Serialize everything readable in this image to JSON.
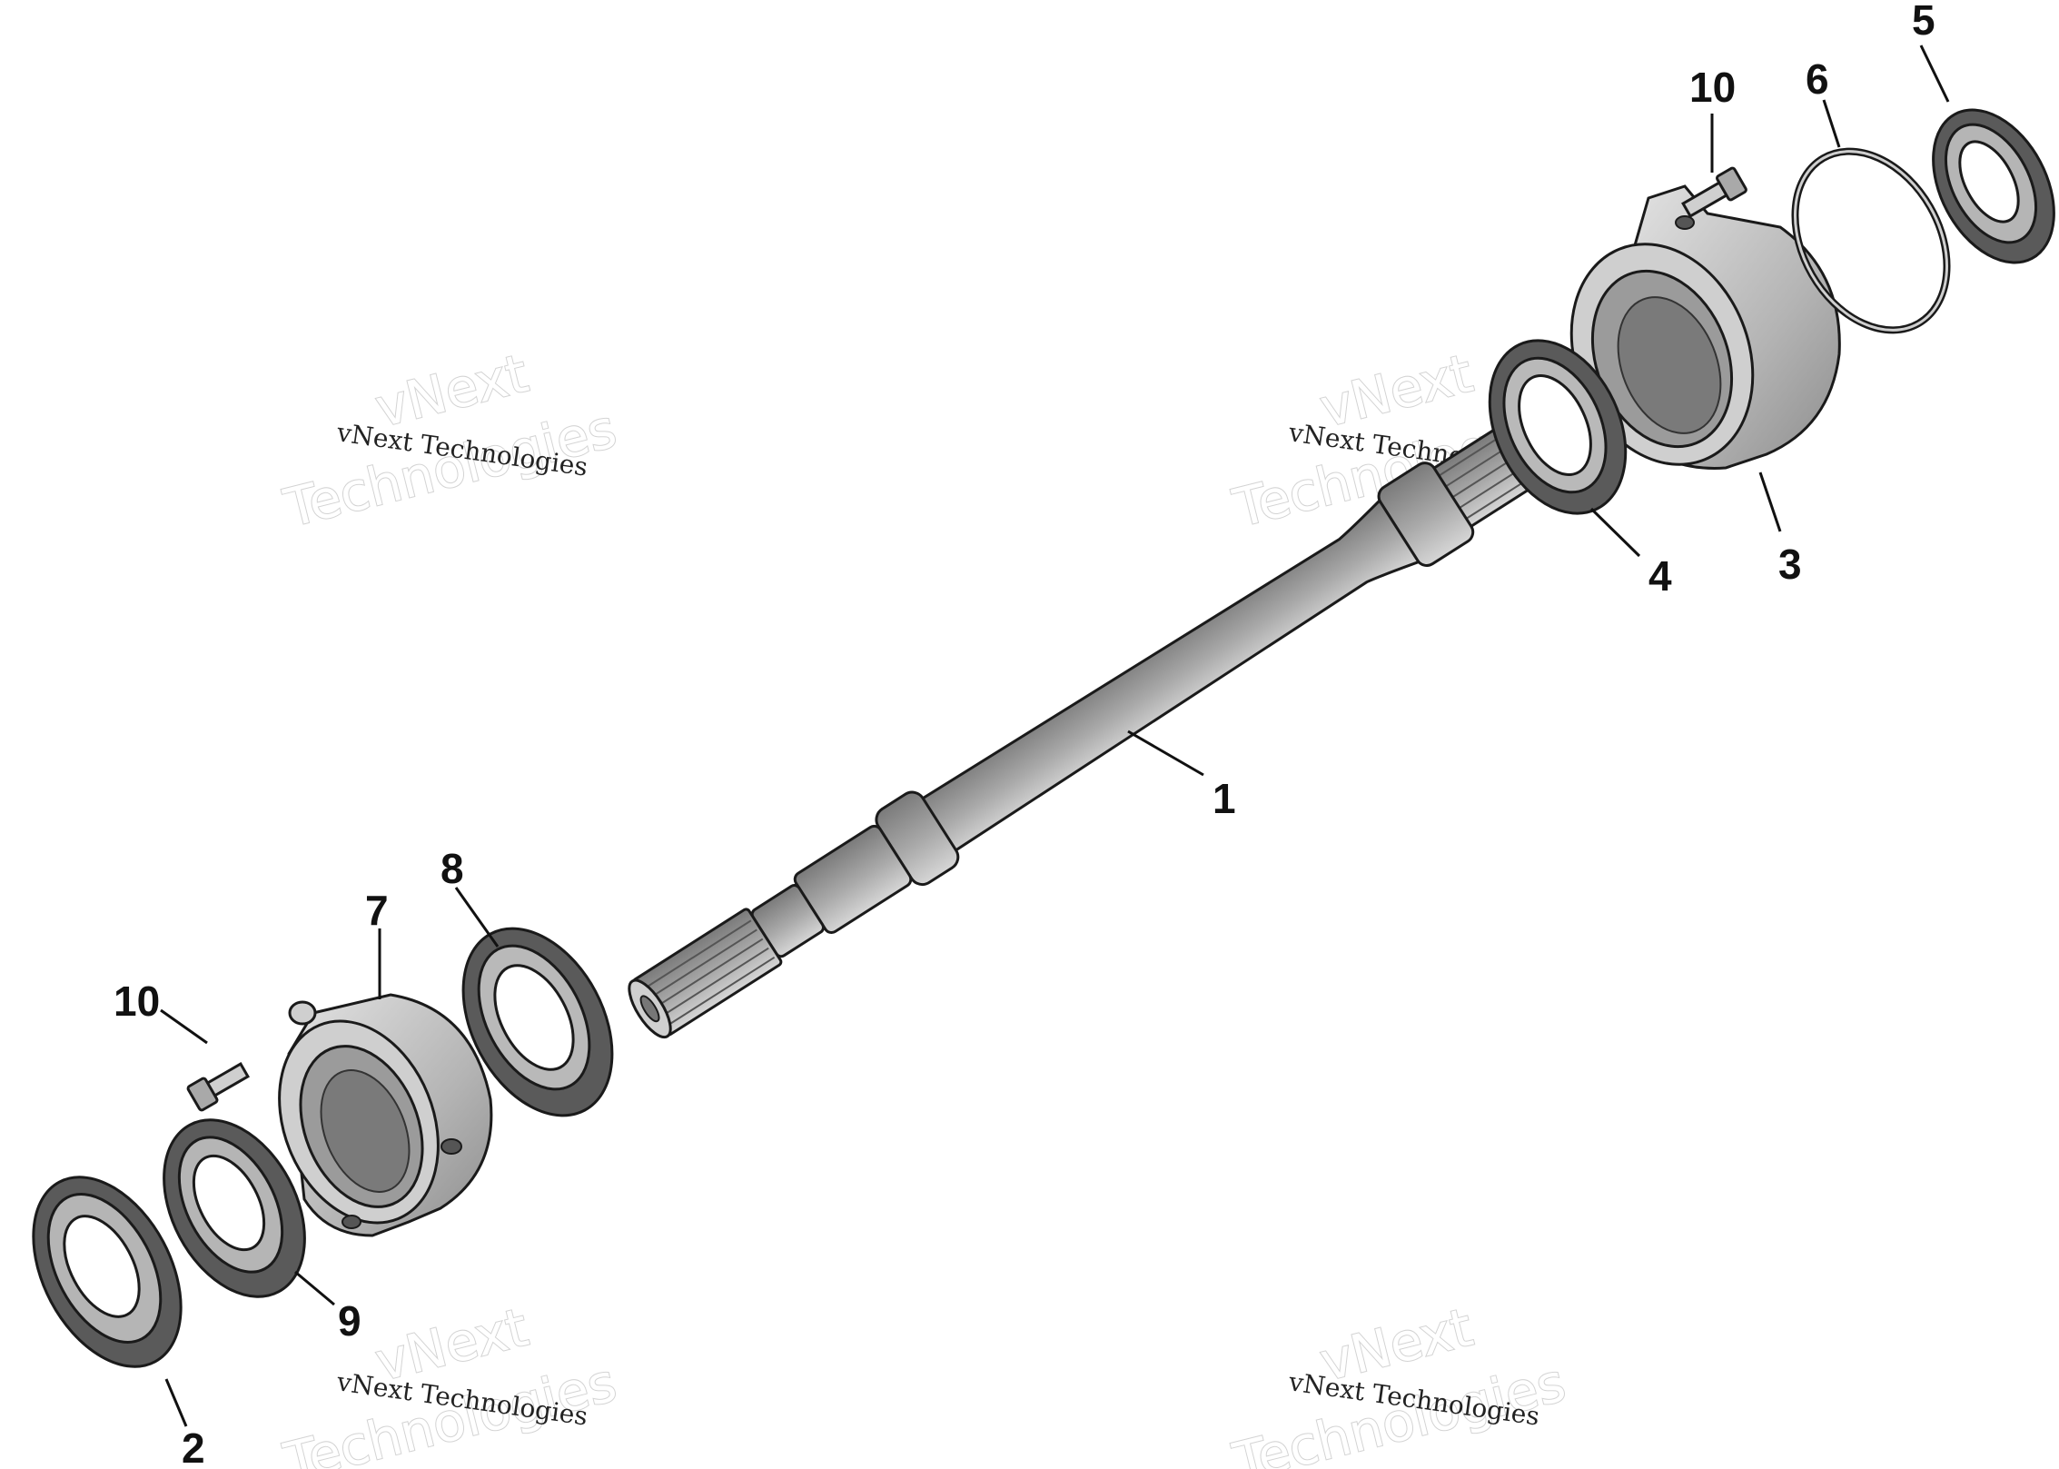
{
  "watermark": {
    "line1": "vNext",
    "line2": "Technologies",
    "caption": "vNext Technologies"
  },
  "callouts": {
    "c1": "1",
    "c2": "2",
    "c3": "3",
    "c4": "4",
    "c5": "5",
    "c6": "6",
    "c7": "7",
    "c8": "8",
    "c9": "9",
    "c10a": "10",
    "c10b": "10"
  },
  "colors": {
    "part_fill": "#bdbdbd",
    "part_dark": "#6e6e6e",
    "seal_dark": "#4a4a4a",
    "outline": "#1a1a1a"
  }
}
